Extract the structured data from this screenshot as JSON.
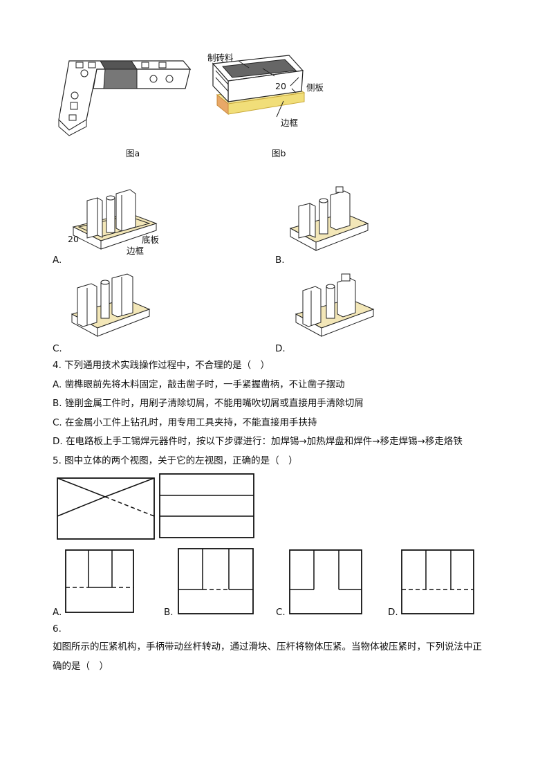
{
  "figure_a": {
    "caption": "图a"
  },
  "figure_b": {
    "caption": "图b",
    "label_material": "制砖料",
    "label_dimension": "20",
    "label_side_board": "侧板",
    "label_frame": "边框"
  },
  "question3_options": {
    "A": {
      "letter": "A.",
      "dimension": "20",
      "label_bottom": "底板",
      "label_frame": "边框"
    },
    "B": {
      "letter": "B."
    },
    "C": {
      "letter": "C."
    },
    "D": {
      "letter": "D."
    }
  },
  "question4": {
    "stem": "4. 下列通用技术实践操作过程中，不合理的是（　）",
    "options": [
      "A. 凿榫眼前先将木料固定，敲击凿子时，一手紧握凿柄，不让凿子摆动",
      "B. 锉削金属工件时，用刷子清除切屑，不能用嘴吹切屑或直接用手清除切屑",
      "C. 在金属小工件上钻孔时，用专用工具夹持，不能直接用手扶持",
      "D. 在电路板上手工锡焊元器件时，按以下步骤进行：加焊锡→加热焊盘和焊件→移走焊锡→移走烙铁"
    ]
  },
  "question5": {
    "stem": "5. 图中立体的两个视图，关于它的左视图，正确的是（　）",
    "options": [
      "A.",
      "B.",
      "C.",
      "D."
    ]
  },
  "question6": {
    "number": "6.",
    "stem_line1": "如图所示的压紧机构，手柄带动丝杆转动，通过滑块、压杆将物体压紧。当物体被压紧时，下列说法中正",
    "stem_line2": "确的是（　）"
  }
}
